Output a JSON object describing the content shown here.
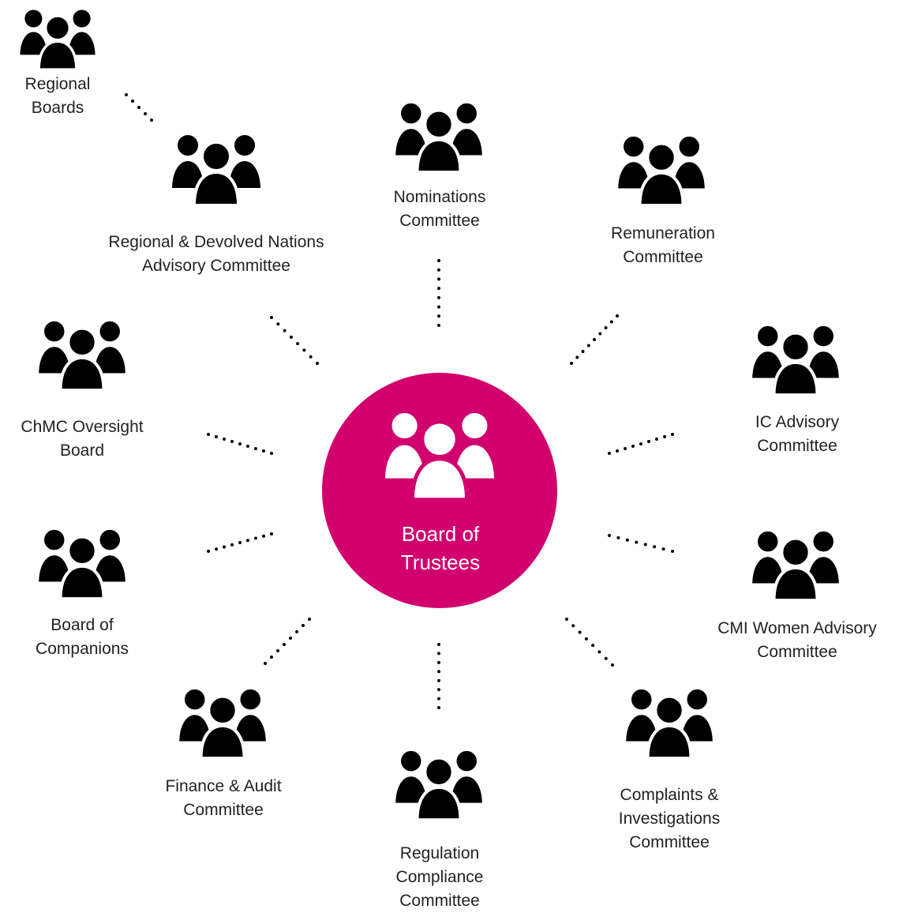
{
  "center": {
    "line1": "Board of",
    "line2": "Trustees",
    "fill_color": "#d1006e",
    "icon": "people-group-icon"
  },
  "icon_color": "#000000",
  "nodes": [
    {
      "key": "regional-boards",
      "line1": "Regional",
      "line2": "Boards"
    },
    {
      "key": "nominations",
      "line1": "Nominations",
      "line2": "Committee"
    },
    {
      "key": "regional-devolved",
      "line1": "Regional & Devolved Nations",
      "line2": "Advisory Committee"
    },
    {
      "key": "remuneration",
      "line1": "Remuneration",
      "line2": "Committee"
    },
    {
      "key": "chmc-oversight",
      "line1": "ChMC Oversight",
      "line2": "Board"
    },
    {
      "key": "ic-advisory",
      "line1": "IC Advisory",
      "line2": "Committee"
    },
    {
      "key": "board-of-companions",
      "line1": "Board of",
      "line2": "Companions"
    },
    {
      "key": "cmi-women",
      "line1": "CMI Women Advisory",
      "line2": "Committee"
    },
    {
      "key": "finance-audit",
      "line1": "Finance & Audit",
      "line2": "Committee"
    },
    {
      "key": "complaints",
      "line1": "Complaints &",
      "line2": "Investigations",
      "line3": "Committee"
    },
    {
      "key": "regulation-compliance",
      "line1": "Regulation",
      "line2": "Compliance",
      "line3": "Committee"
    }
  ]
}
